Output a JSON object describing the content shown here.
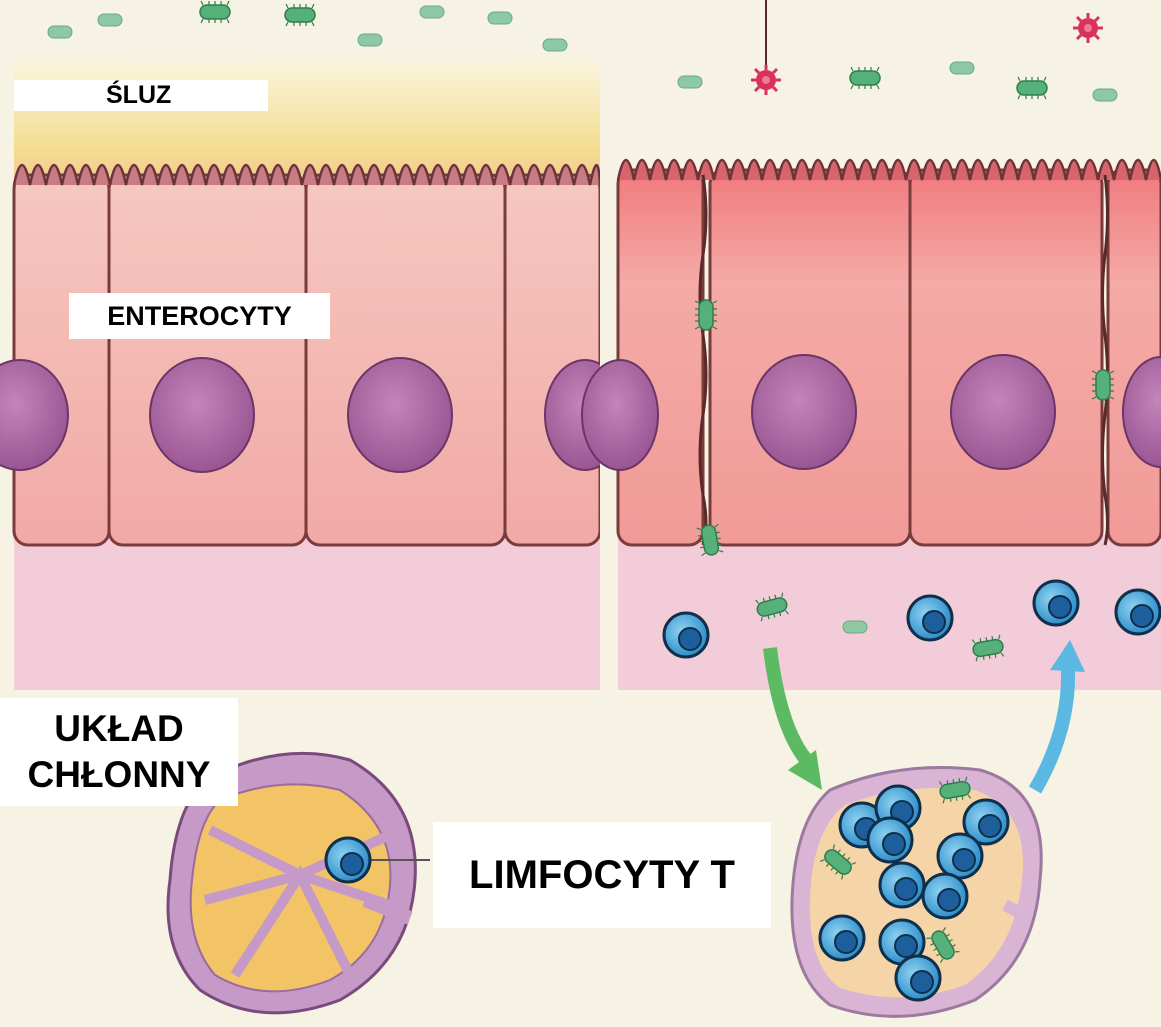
{
  "labels": {
    "mucus": "ŚLUZ",
    "enterocytes": "ENTEROCYTY",
    "lymphatic_line1": "UKŁAD",
    "lymphatic_line2": "CHŁONNY",
    "t_cells": "LIMFOCYTY T"
  },
  "colors": {
    "background": "#f6f2e4",
    "mucus": "#f4dc8e",
    "cell_body_healthy": "#f3b7b0",
    "cell_body_inflamed": "#f19b98",
    "nucleus": "#b06aa6",
    "lamina_propria": "#f0c8d6",
    "bacteria": "#55b07a",
    "t_cell": "#3a9fd8",
    "arrow_green": "#5cba62",
    "arrow_blue": "#5ab8e2",
    "lymph_node": "#c59ac7"
  }
}
